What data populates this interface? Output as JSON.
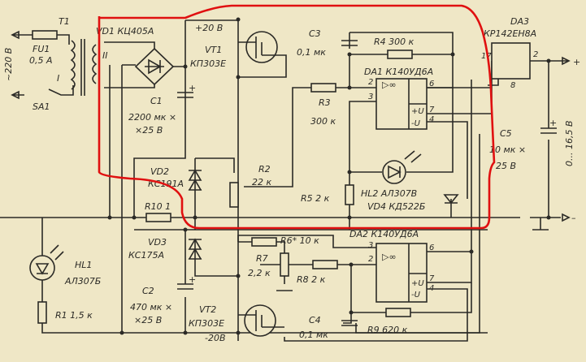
{
  "title": "Regulated power supply schematic 0...16,5 V",
  "colors": {
    "paper": "#efe7c6",
    "ink": "#2b2a26",
    "highlight": "#e01010"
  },
  "labels": {
    "t1": "T1",
    "fu1": "FU1",
    "fu1_val": "0,5 A",
    "mains": "~220 В",
    "winding1": "I",
    "winding2": "II",
    "sa1": "SA1",
    "vd1": "VD1 КЦ405А",
    "plus20": "+20 В",
    "vt1": "VT1",
    "vt1_type": "КП303Е",
    "c1": "C1",
    "c1_val1": "2200 мк ×",
    "c1_val2": "×25 В",
    "c3": "C3",
    "c3_val": "0,1 мк",
    "r4": "R4 300 к",
    "da1": "DA1 К140УД6А",
    "r3": "R3",
    "r3_val": "300 к",
    "da3": "DA3",
    "da3_type": "КР142ЕН8А",
    "r2": "R2",
    "r2_val": "22 к",
    "r5": "R5 2 к",
    "hl2": "HL2 АЛ307В",
    "vd4": "VD4 КД522Б",
    "vd2": "VD2",
    "vd2_type": "КС191А",
    "r10": "R10 1",
    "c5": "C5",
    "c5_val1": "10 мк ×",
    "c5_val2": "25 В",
    "out_range": "0... 16,5 В",
    "out_plus": "+",
    "out_minus": "–",
    "vd3": "VD3",
    "vd3_type": "КС175А",
    "r6": "R6* 10 к",
    "da2": "DA2 К140УД6А",
    "hl1": "HL1",
    "hl1_type": "АЛ307Б",
    "r7": "R7",
    "r7_val": "2,2 к",
    "r8": "R8 2 к",
    "c2": "C2",
    "c2_val1": "470 мк ×",
    "c2_val2": "×25 В",
    "vt2": "VT2",
    "vt2_type": "КП303Е",
    "minus20": "-20В",
    "c4": "C4",
    "c4_val": "0,1 мк",
    "r9": "R9 620 к",
    "r1": "R1 1,5 к",
    "plus": "+",
    "opamp_sym": "▷∞",
    "plus_u": "+U",
    "minus_u": "-U"
  },
  "pins": {
    "p2": "2",
    "p3": "3",
    "p6": "6",
    "p7": "7",
    "p4": "4",
    "p17": "17",
    "p8": "8"
  }
}
